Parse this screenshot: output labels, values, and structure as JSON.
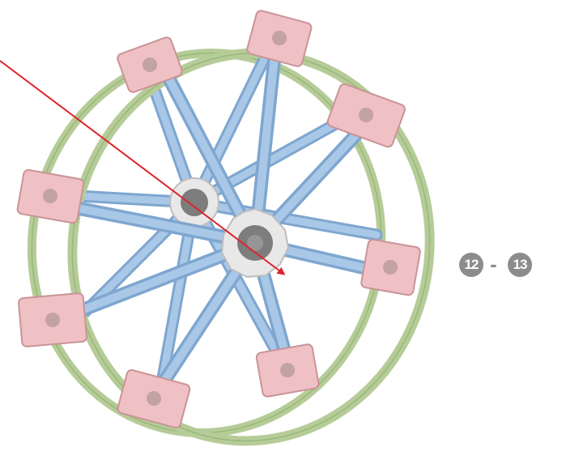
{
  "step_range": {
    "from": "12",
    "separator": "-",
    "to": "13"
  },
  "colors": {
    "spoke_blue": "#9fc2e6",
    "rim_green": "#b6cc98",
    "bracket_pink": "#efc0c4",
    "hub_gray": "#7d7d7d",
    "connector_white": "#e8e8e8",
    "arrow_red": "#e0222a",
    "badge_gray": "#8c8c8c"
  },
  "icons": [
    "wheel-model-illustration",
    "insertion-arrow",
    "step-number-badge"
  ]
}
